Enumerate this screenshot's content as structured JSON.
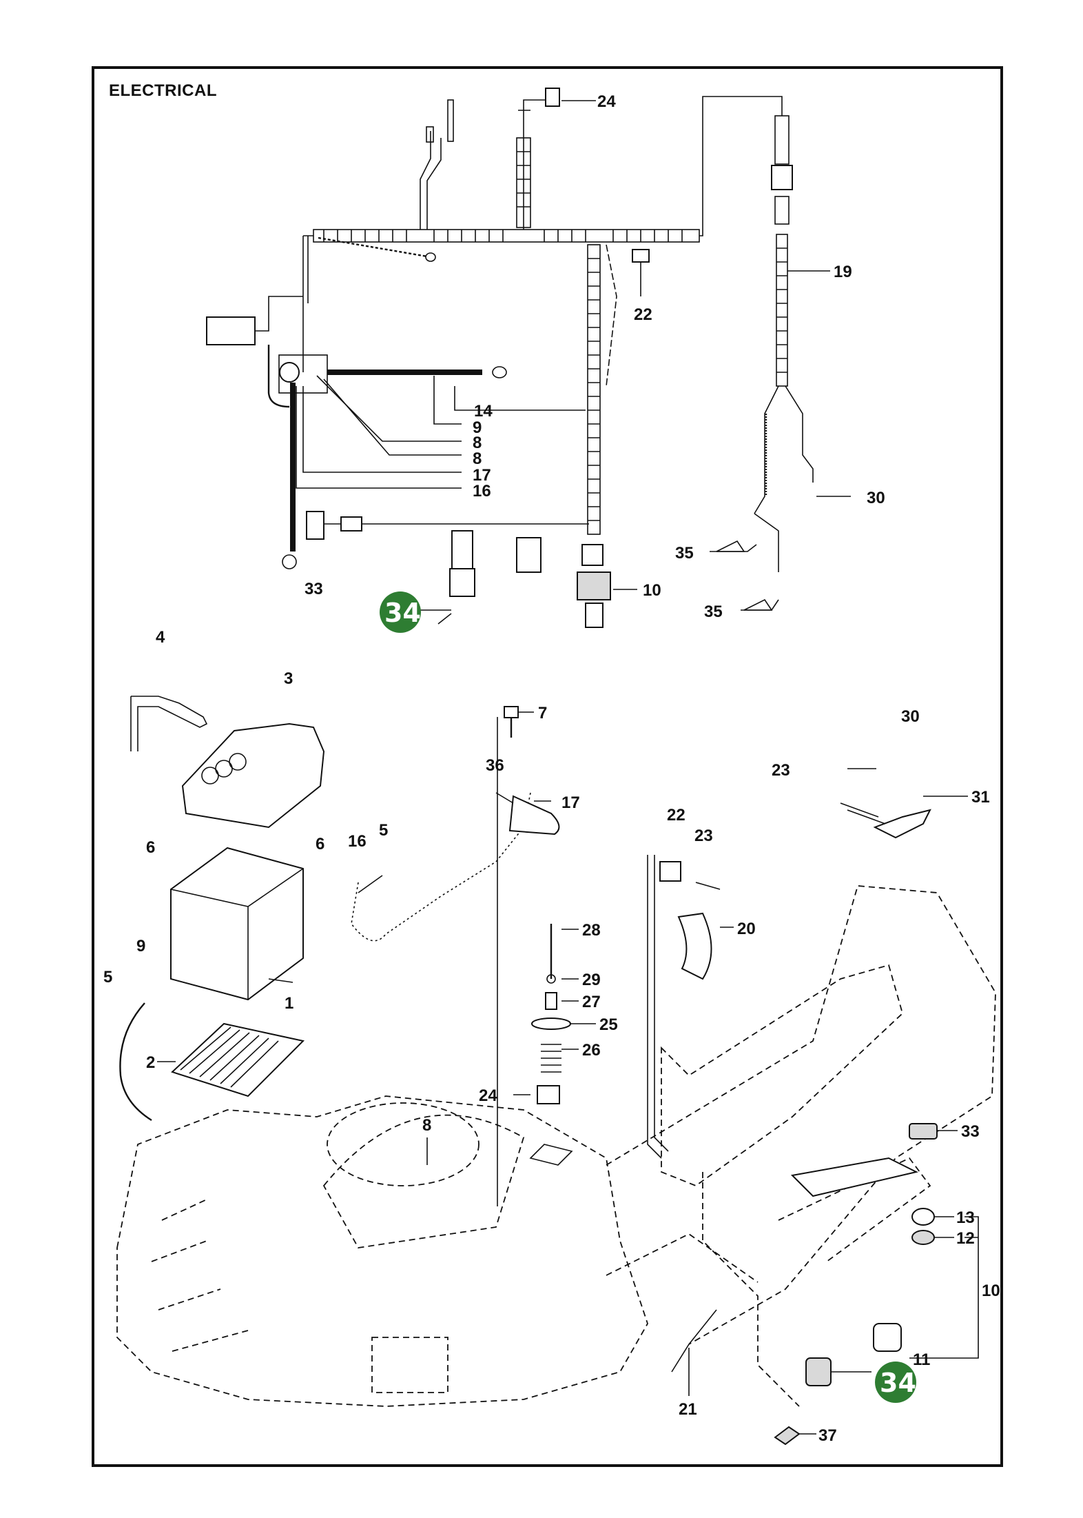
{
  "title": "ELECTRICAL",
  "colors": {
    "badge": "#2e7d32",
    "ink": "#111111",
    "paper": "#ffffff"
  },
  "labels": {
    "l24a": "24",
    "l19": "19",
    "l22a": "22",
    "l14": "14",
    "l9a": "9",
    "l8a": "8",
    "l8b": "8",
    "l17a": "17",
    "l16a": "16",
    "l30a": "30",
    "l35a": "35",
    "l35b": "35",
    "l33a": "33",
    "l34a": "34",
    "l10a": "10",
    "l4": "4",
    "l3": "3",
    "l7": "7",
    "l30b": "30",
    "l23a": "23",
    "l31": "31",
    "l36": "36",
    "l17b": "17",
    "l6a": "6",
    "l6b": "6",
    "l16b": "16",
    "l5a": "5",
    "l22b": "22",
    "l23b": "23",
    "l9b": "9",
    "l20": "20",
    "l28": "28",
    "l5b": "5",
    "l1": "1",
    "l29": "29",
    "l27": "27",
    "l25": "25",
    "l2": "2",
    "l26": "26",
    "l24b": "24",
    "l8c": "8",
    "l33b": "33",
    "l13": "13",
    "l12": "12",
    "l10b": "10",
    "l11": "11",
    "l34b": "34",
    "l21": "21",
    "l37": "37"
  }
}
